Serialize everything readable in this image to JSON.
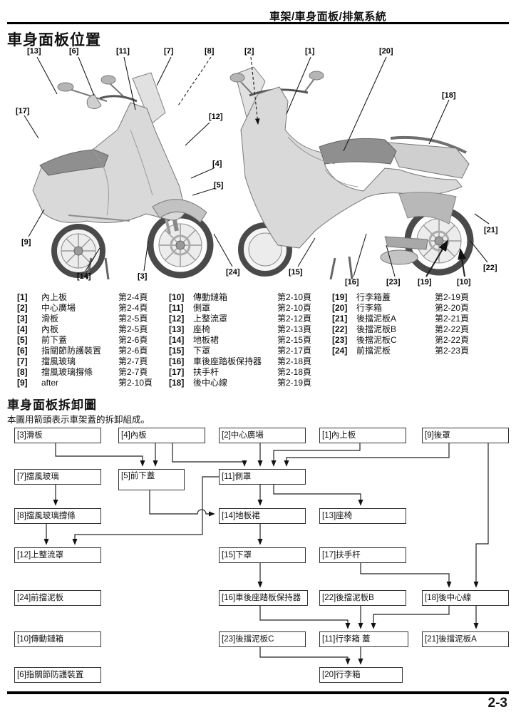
{
  "header": {
    "title": "車架/車身面板/排氣系統"
  },
  "footer": {
    "page_number": "2-3"
  },
  "section_position": {
    "title": "車身面板位置",
    "callouts": [
      "[13]",
      "[6]",
      "[11]",
      "[7]",
      "[8]",
      "[2]",
      "[1]",
      "[20]",
      "[17]",
      "[12]",
      "[4]",
      "[5]",
      "[9]",
      "[14]",
      "[3]",
      "[24]",
      "[18]",
      "[15]",
      "[16]",
      "[23]",
      "[19]",
      "[10]",
      "[22]",
      "[21]"
    ],
    "parts_columns": [
      {
        "rows": [
          {
            "ref": "[1]",
            "name": "內上板",
            "page": "第2-4頁"
          },
          {
            "ref": "[2]",
            "name": "中心廣場",
            "page": "第2-4頁"
          },
          {
            "ref": "[3]",
            "name": "滑板",
            "page": "第2-5頁"
          },
          {
            "ref": "[4]",
            "name": "內板",
            "page": "第2-5頁"
          },
          {
            "ref": "[5]",
            "name": "前下蓋",
            "page": "第2-6頁"
          },
          {
            "ref": "[6]",
            "name": "指關節防護裝置",
            "page": "第2-6頁"
          },
          {
            "ref": "[7]",
            "name": "擋風玻璃",
            "page": "第2-7頁"
          },
          {
            "ref": "[8]",
            "name": "擋風玻璃撐條",
            "page": "第2-7頁"
          },
          {
            "ref": "[9]",
            "name": "after",
            "page": "第2-10頁"
          }
        ]
      },
      {
        "rows": [
          {
            "ref": "[10]",
            "name": "傳動鏈箱",
            "page": "第2-10頁"
          },
          {
            "ref": "[11]",
            "name": "側罩",
            "page": "第2-10頁"
          },
          {
            "ref": "[12]",
            "name": "上整流罩",
            "page": "第2-12頁"
          },
          {
            "ref": "[13]",
            "name": "座椅",
            "page": "第2-13頁"
          },
          {
            "ref": "[14]",
            "name": "地板裙",
            "page": "第2-15頁"
          },
          {
            "ref": "[15]",
            "name": "下罩",
            "page": "第2-17頁"
          },
          {
            "ref": "[16]",
            "name": "車後座踏板保持器",
            "page": "第2-18頁"
          },
          {
            "ref": "[17]",
            "name": "扶手杆",
            "page": "第2-18頁"
          },
          {
            "ref": "[18]",
            "name": "後中心線",
            "page": "第2-19頁"
          }
        ]
      },
      {
        "rows": [
          {
            "ref": "[19]",
            "name": "行李箱蓋",
            "page": "第2-19頁"
          },
          {
            "ref": "[20]",
            "name": "行李箱",
            "page": "第2-20頁"
          },
          {
            "ref": "[21]",
            "name": "後擋泥板A",
            "page": "第2-21頁"
          },
          {
            "ref": "[22]",
            "name": "後擋泥板B",
            "page": "第2-22頁"
          },
          {
            "ref": "[23]",
            "name": "後擋泥板C",
            "page": "第2-22頁"
          },
          {
            "ref": "[24]",
            "name": "前擋泥板",
            "page": "第2-23頁"
          }
        ]
      }
    ]
  },
  "section_removal": {
    "title": "車身面板拆卸圖",
    "intro": "本圖用箭頭表示車架蓋的拆卸組成。",
    "flow_boxes": [
      "[3]滑板",
      "[4]內板",
      "[2]中心廣場",
      "[1]內上板",
      "[9]後罩",
      "[7]擋風玻璃",
      "[5]前下蓋",
      "[11]側罩",
      "[8]擋風玻璃撐條",
      "[14]地板裙",
      "[13]座椅",
      "[12]上整流罩",
      "[15]下罩",
      "[17]扶手杆",
      "[24]前擋泥板",
      "[16]車後座踏板保持器",
      "[22]後擋泥板B",
      "[18]後中心線",
      "[10]傳動鏈箱",
      "[23]後擋泥板C",
      "[11]行李箱 蓋",
      "[21]後擋泥板A",
      "[6]指關節防護裝置",
      "[20]行李箱"
    ]
  }
}
